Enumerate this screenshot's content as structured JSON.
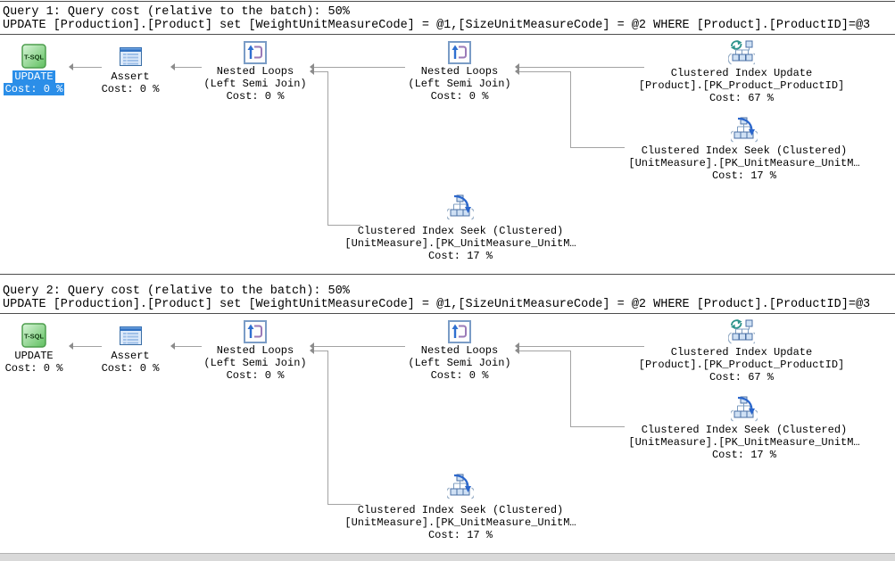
{
  "view": {
    "name": "SQL Server execution plan pane"
  },
  "colors": {
    "selection_bg": "#2b8ee8",
    "selection_text": "#ffffff",
    "connector": "#a3a3a3",
    "tsql_icon_green": "#66c266",
    "plan_icon_blue": "#2f6fd0"
  },
  "queries": [
    {
      "header": "Query 1: Query cost (relative to the batch): 50%",
      "statement": "UPDATE [Production].[Product] set [WeightUnitMeasureCode] = @1,[SizeUnitMeasureCode] = @2 WHERE [Product].[ProductID]=@3",
      "nodes": [
        {
          "id": "update",
          "icon": "tsql-icon",
          "selected": true,
          "lines": [
            "UPDATE",
            "Cost: 0 %"
          ]
        },
        {
          "id": "assert",
          "icon": "assert-icon",
          "selected": false,
          "lines": [
            "Assert",
            "Cost: 0 %"
          ]
        },
        {
          "id": "nested-loops-outer",
          "icon": "nested-loops-icon",
          "selected": false,
          "lines": [
            "Nested Loops",
            "(Left Semi Join)",
            "Cost: 0 %"
          ]
        },
        {
          "id": "nested-loops-inner",
          "icon": "nested-loops-icon",
          "selected": false,
          "lines": [
            "Nested Loops",
            "(Left Semi Join)",
            "Cost: 0 %"
          ]
        },
        {
          "id": "clustered-index-update",
          "icon": "clustered-index-update-icon",
          "selected": false,
          "lines": [
            "Clustered Index Update",
            "[Product].[PK_Product_ProductID]",
            "Cost: 67 %"
          ]
        },
        {
          "id": "clustered-index-seek-inner",
          "icon": "clustered-index-seek-icon",
          "selected": false,
          "lines": [
            "Clustered Index Seek (Clustered)",
            "[UnitMeasure].[PK_UnitMeasure_UnitM…",
            "Cost: 17 %"
          ]
        },
        {
          "id": "clustered-index-seek-outer",
          "icon": "clustered-index-seek-icon",
          "selected": false,
          "lines": [
            "Clustered Index Seek (Clustered)",
            "[UnitMeasure].[PK_UnitMeasure_UnitM…",
            "Cost: 17 %"
          ]
        }
      ]
    },
    {
      "header": "Query 2: Query cost (relative to the batch): 50%",
      "statement": "UPDATE [Production].[Product] set [WeightUnitMeasureCode] = @1,[SizeUnitMeasureCode] = @2 WHERE [Product].[ProductID]=@3",
      "nodes": [
        {
          "id": "update",
          "icon": "tsql-icon",
          "selected": false,
          "lines": [
            "UPDATE",
            "Cost: 0 %"
          ]
        },
        {
          "id": "assert",
          "icon": "assert-icon",
          "selected": false,
          "lines": [
            "Assert",
            "Cost: 0 %"
          ]
        },
        {
          "id": "nested-loops-outer",
          "icon": "nested-loops-icon",
          "selected": false,
          "lines": [
            "Nested Loops",
            "(Left Semi Join)",
            "Cost: 0 %"
          ]
        },
        {
          "id": "nested-loops-inner",
          "icon": "nested-loops-icon",
          "selected": false,
          "lines": [
            "Nested Loops",
            "(Left Semi Join)",
            "Cost: 0 %"
          ]
        },
        {
          "id": "clustered-index-update",
          "icon": "clustered-index-update-icon",
          "selected": false,
          "lines": [
            "Clustered Index Update",
            "[Product].[PK_Product_ProductID]",
            "Cost: 67 %"
          ]
        },
        {
          "id": "clustered-index-seek-inner",
          "icon": "clustered-index-seek-icon",
          "selected": false,
          "lines": [
            "Clustered Index Seek (Clustered)",
            "[UnitMeasure].[PK_UnitMeasure_UnitM…",
            "Cost: 17 %"
          ]
        },
        {
          "id": "clustered-index-seek-outer",
          "icon": "clustered-index-seek-icon",
          "selected": false,
          "lines": [
            "Clustered Index Seek (Clustered)",
            "[UnitMeasure].[PK_UnitMeasure_UnitM…",
            "Cost: 17 %"
          ]
        }
      ]
    }
  ]
}
